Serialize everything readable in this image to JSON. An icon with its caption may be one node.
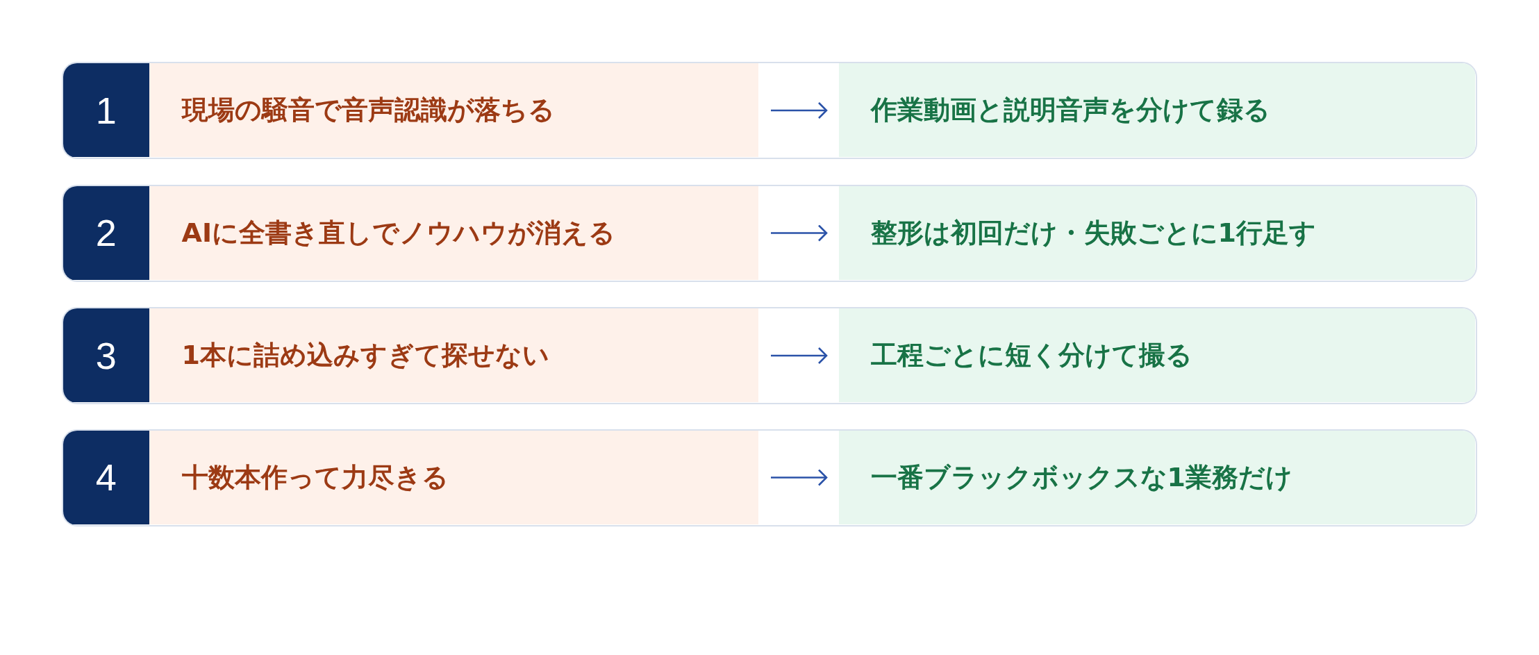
{
  "diagram": {
    "nodes": [
      {
        "text": [],
        "shape": "box"
      },
      {
        "text": [
          "1"
        ],
        "in": 0
      },
      {
        "text": [
          "現場の騒音で音声認識が落ちる"
        ],
        "in": 0
      },
      {
        "text": [
          "作業動画と説明音声を分けて録る"
        ],
        "in": 0
      },
      {
        "text": [],
        "shape": "box"
      },
      {
        "text": [
          "2"
        ],
        "in": 4
      },
      {
        "text": [
          "AIに全書き直しでノウハウが消える"
        ],
        "in": 4
      },
      {
        "text": [
          "整形は初回だけ・失敗ごとに1行足す"
        ],
        "in": 4
      },
      {
        "text": [],
        "shape": "box"
      },
      {
        "text": [
          "3"
        ],
        "in": 8
      },
      {
        "text": [
          "1本に詰め込みすぎて探せない"
        ],
        "in": 8
      },
      {
        "text": [
          "工程ごとに短く分けて撮る"
        ],
        "in": 8
      },
      {
        "text": [],
        "shape": "box"
      },
      {
        "text": [
          "4"
        ],
        "in": 12
      },
      {
        "text": [
          "十数本作って力尽きる"
        ],
        "in": 12
      },
      {
        "text": [
          "一番ブラックボックスな1業務だけ"
        ],
        "in": 12
      }
    ],
    "edges": [
      {
        "from": 2,
        "to": 3,
        "arrow": "to"
      },
      {
        "from": 6,
        "to": 7,
        "arrow": "to"
      },
      {
        "from": 10,
        "to": 11,
        "arrow": "to"
      },
      {
        "from": 14,
        "to": 15,
        "arrow": "to"
      }
    ]
  }
}
